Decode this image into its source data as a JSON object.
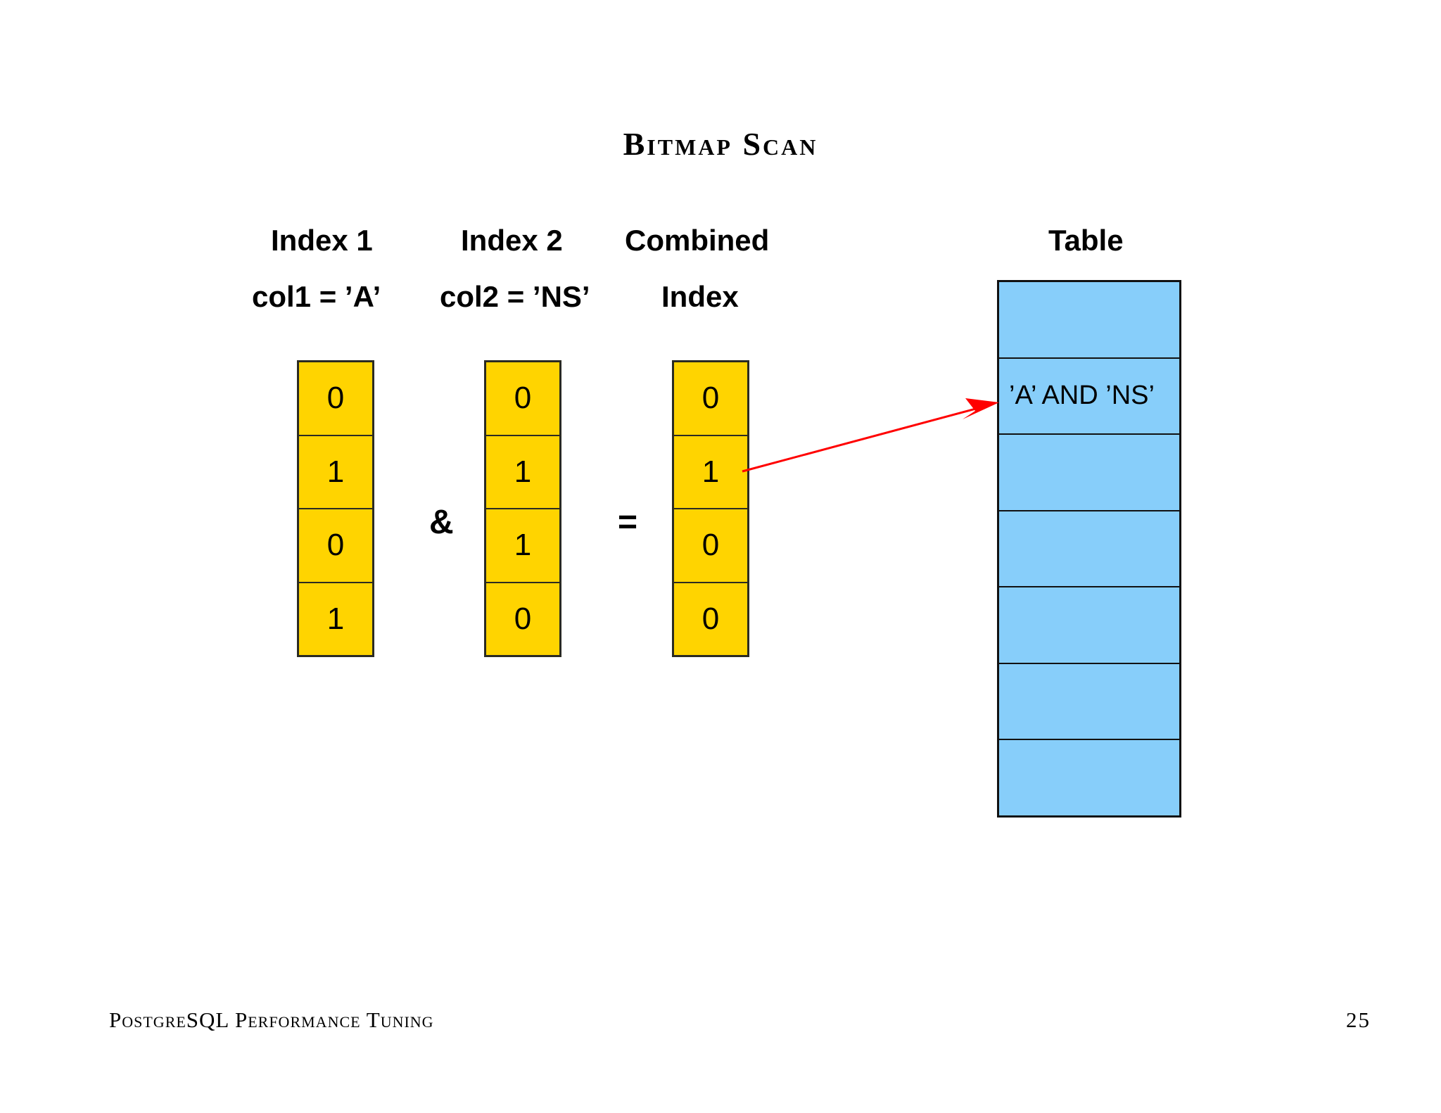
{
  "slide": {
    "title": "Bitmap Scan",
    "page_number": "25",
    "footer": "PostgreSQL Performance Tuning",
    "background_color": "#ffffff"
  },
  "headers": {
    "index1": "Index 1",
    "index2": "Index 2",
    "combined": "Combined",
    "table": "Table",
    "col1_condition": "col1 = ’A’",
    "col2_condition": "col2 = ’NS’",
    "index_word": "Index"
  },
  "operators": {
    "and": "&",
    "equals": "="
  },
  "colors": {
    "bitmap_fill": "#FFD400",
    "bitmap_border": "#2b2b22",
    "table_fill": "#87CEFA",
    "table_border": "#111111",
    "arrow": "#FF0000"
  },
  "bitmaps": [
    {
      "name": "index1-bitmap",
      "bits": [
        "0",
        "1",
        "0",
        "1"
      ]
    },
    {
      "name": "index2-bitmap",
      "bits": [
        "0",
        "1",
        "1",
        "0"
      ]
    },
    {
      "name": "combined-bitmap",
      "bits": [
        "0",
        "1",
        "0",
        "0"
      ]
    }
  ],
  "heap_table": {
    "rows": [
      "",
      "’A’ AND ’NS’",
      "",
      "",
      "",
      "",
      ""
    ]
  },
  "chart_data": {
    "type": "diagram",
    "title": "Bitmap Scan",
    "description": "Bitwise AND of two index bitmaps producing a combined bitmap whose set bit points at a heap table row.",
    "series": [
      {
        "name": "Index 1 (col1 = 'A')",
        "values": [
          0,
          1,
          0,
          1
        ]
      },
      {
        "name": "Index 2 (col2 = 'NS')",
        "values": [
          0,
          1,
          1,
          0
        ]
      },
      {
        "name": "Combined Index",
        "values": [
          0,
          1,
          0,
          0
        ]
      }
    ],
    "operation": "AND",
    "target_row_index": 1,
    "target_row_label": "’A’ AND ’NS’",
    "heap_row_count": 7
  }
}
